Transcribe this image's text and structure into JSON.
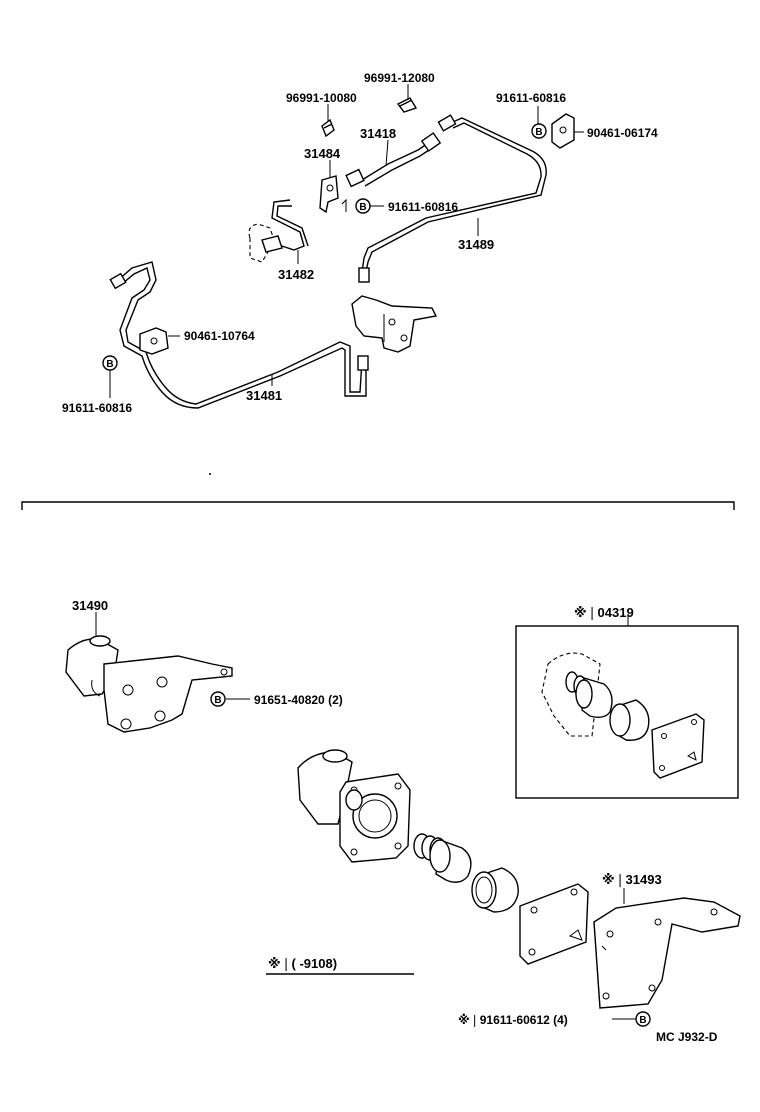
{
  "upper": {
    "p_96991_12080": "96991-12080",
    "p_96991_10080": "96991-10080",
    "p_91611_60816_top": "91611-60816",
    "p_90461_06174": "90461-06174",
    "p_31418": "31418",
    "p_31484": "31484",
    "p_91611_60816_mid": "91611-60816",
    "p_31489": "31489",
    "p_31482": "31482",
    "p_90461_10764": "90461-10764",
    "p_91611_60816_left": "91611-60816",
    "p_31481": "31481"
  },
  "lower": {
    "p_31490": "31490",
    "p_91651_40820": "91651-40820 (2)",
    "kit_label": "※❘04319",
    "p_31493": "※❘31493",
    "range_note": "※❘(      -9108)",
    "p_91611_60612": "※❘91611-60612 (4)"
  },
  "bolt_marker": "B",
  "footer": {
    "code": "MC J932-D"
  }
}
